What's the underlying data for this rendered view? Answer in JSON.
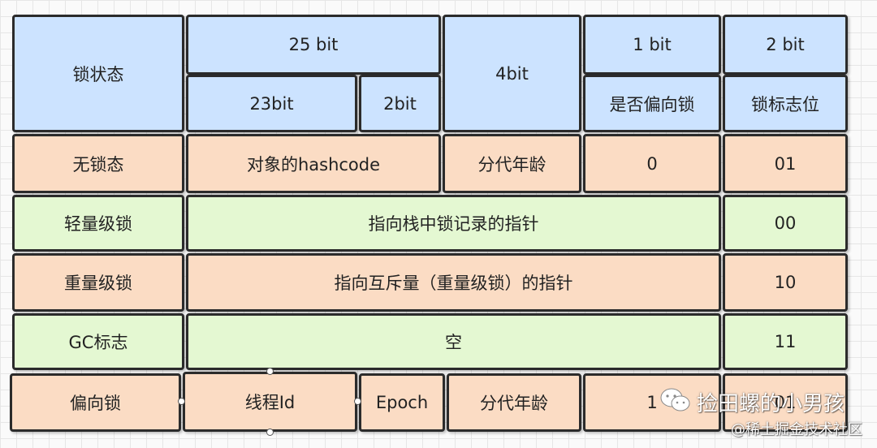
{
  "header": {
    "lock_state": "锁状态",
    "bits_25": "25 bit",
    "bits_23": "23bit",
    "bits_2a": "2bit",
    "bits_4": "4bit",
    "bits_1": "1 bit",
    "bits_2": "2 bit",
    "is_biased": "是否偏向锁",
    "lock_flag": "锁标志位"
  },
  "rows": [
    {
      "state": "无锁态",
      "content": "对象的hashcode",
      "age": "分代年龄",
      "biased": "0",
      "flag": "01"
    },
    {
      "state": "轻量级锁",
      "content": "指向栈中锁记录的指针",
      "flag": "00"
    },
    {
      "state": "重量级锁",
      "content": "指向互斥量（重量级锁）的指针",
      "flag": "10"
    },
    {
      "state": "GC标志",
      "content": "空",
      "flag": "11"
    },
    {
      "state": "偏向锁",
      "thread": "线程Id",
      "epoch": "Epoch",
      "age": "分代年龄",
      "biased": "1",
      "flag": "01"
    }
  ],
  "watermark": {
    "title": "捡田螺的小男孩",
    "subtitle": "@稀土掘金技术社区",
    "icon": "wechat-icon"
  },
  "colors": {
    "header": "#cce3ff",
    "peach": "#fbdcc4",
    "green": "#e4f8d2"
  }
}
